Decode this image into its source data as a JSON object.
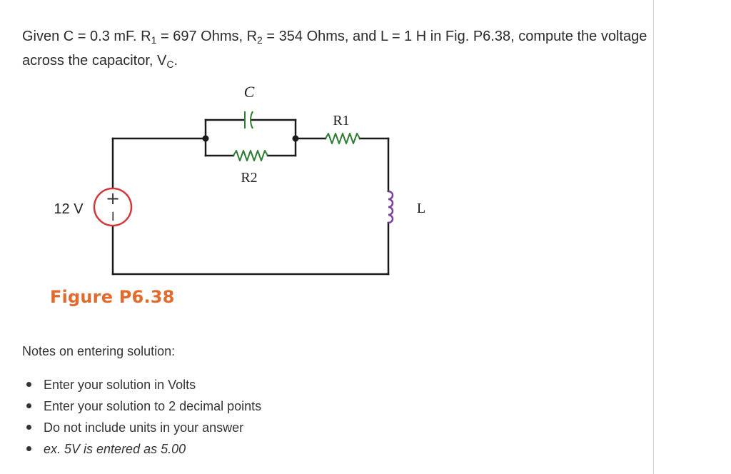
{
  "question": {
    "intro": "Given C = 0.3 mF. R",
    "r1_sub": "1",
    "mid1": " = 697 Ohms, R",
    "r2_sub": "2",
    "mid2": " = 354 Ohms, and L = 1 H in Fig. P6.38, compute the voltage across the capacitor, V",
    "vc_sub": "C",
    "end": "."
  },
  "figure": {
    "caption": "Figure P6.38",
    "labels": {
      "capacitor": "C",
      "r1": "R1",
      "r2": "R2",
      "inductor": "L",
      "source": "12 V",
      "source_plus": "+",
      "source_minus": "−"
    },
    "colors": {
      "wire": "#1a1a1a",
      "source_circle": "#d23a3a",
      "resistor": "#2e7d32",
      "inductor": "#7b3fa0",
      "capacitor": "#2e7d32",
      "caption": "#e26a2c"
    }
  },
  "notes": {
    "title": "Notes on entering solution:",
    "items": [
      "Enter your solution in Volts",
      "Enter your solution to 2 decimal points",
      "Do not include units in your answer",
      "ex. 5V is entered as 5.00"
    ]
  }
}
